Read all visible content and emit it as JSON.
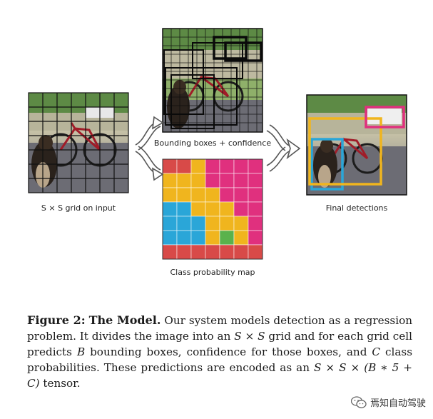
{
  "figure": {
    "panels": {
      "input_label": "S × S grid on input",
      "boxes_label": "Bounding boxes + confidence",
      "classmap_label": "Class probability map",
      "final_label": "Final detections"
    },
    "class_colors": {
      "yellow": "#f0b51e",
      "magenta": "#e0307e",
      "cyan": "#2aa6d8",
      "green": "#5ab24c",
      "red": "#d84a48"
    },
    "class_grid": [
      [
        "red",
        "red",
        "yellow",
        "magenta",
        "magenta",
        "magenta",
        "magenta"
      ],
      [
        "yellow",
        "yellow",
        "yellow",
        "magenta",
        "magenta",
        "magenta",
        "magenta"
      ],
      [
        "yellow",
        "yellow",
        "yellow",
        "yellow",
        "magenta",
        "magenta",
        "magenta"
      ],
      [
        "cyan",
        "cyan",
        "yellow",
        "yellow",
        "yellow",
        "magenta",
        "magenta"
      ],
      [
        "cyan",
        "cyan",
        "cyan",
        "yellow",
        "yellow",
        "yellow",
        "magenta"
      ],
      [
        "cyan",
        "cyan",
        "cyan",
        "yellow",
        "green",
        "yellow",
        "magenta"
      ],
      [
        "red",
        "red",
        "red",
        "red",
        "red",
        "red",
        "red"
      ]
    ],
    "detections": [
      {
        "name": "dog",
        "color": "#2aa6d8"
      },
      {
        "name": "bicycle",
        "color": "#f0b51e"
      },
      {
        "name": "car",
        "color": "#e0307e"
      }
    ]
  },
  "caption": {
    "label": "Figure 2:",
    "title": "The Model.",
    "t1": " Our system models detection as a regression problem. It divides the image into an ",
    "m1": "S × S",
    "t2": " grid and for each grid cell predicts ",
    "m2": "B",
    "t3": " bounding boxes, confidence for those boxes, and ",
    "m3": "C",
    "t4": " class probabilities. These predictions are encoded as an ",
    "m4": "S × S × (B ∗ 5 + C)",
    "t5": " tensor."
  },
  "watermark": {
    "text": "焉知自动驾驶",
    "icon": "wechat-logo-icon"
  }
}
